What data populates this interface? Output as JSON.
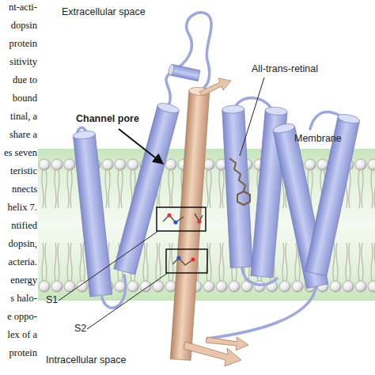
{
  "diagram": {
    "labels": [
      "Extracellular space",
      "Channel pore",
      "All-trans-retinal",
      "Membrane",
      "S1",
      "S2",
      "Intracellular space",
      "nt-acti-",
      "dopsin",
      "protein",
      "sitivity",
      "due to",
      "bound",
      "tinal, a",
      "share a",
      "es seven",
      "teristic",
      "nnects",
      "helix 7.",
      "ntified",
      "dopsin,",
      "acteria.",
      "energy",
      "s halo-",
      "e oppo-",
      "lex of a",
      "protein"
    ]
  }
}
